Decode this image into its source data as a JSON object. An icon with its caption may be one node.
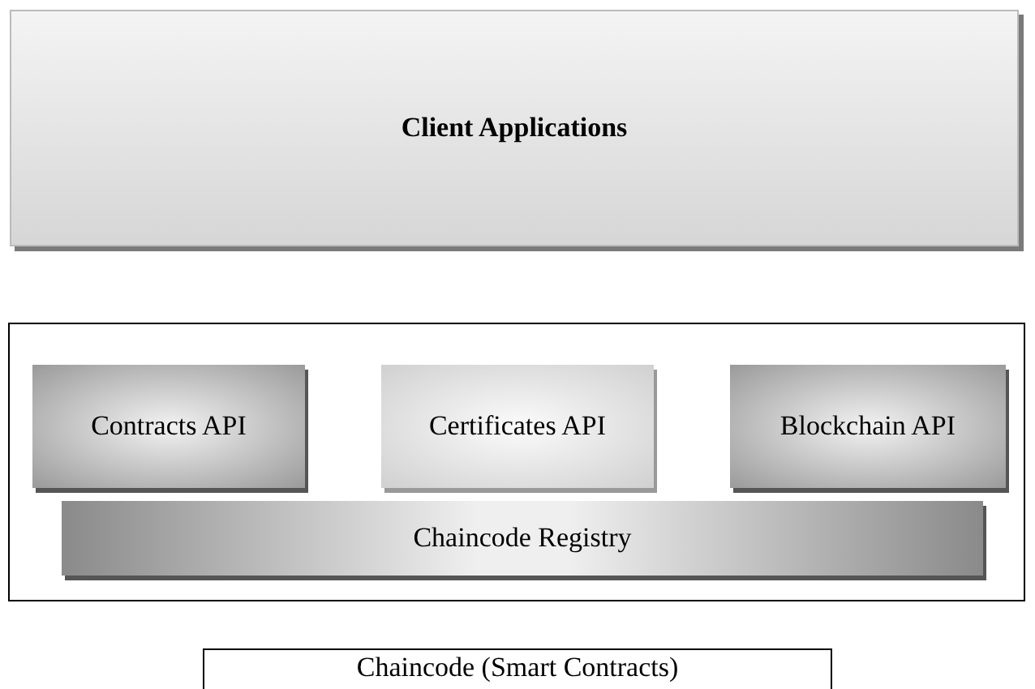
{
  "diagram": {
    "nodes": [
      {
        "text": [
          "Client Applications"
        ]
      },
      {
        "text": [],
        "shape": "box"
      },
      {
        "text": [
          "Contracts API"
        ],
        "in": 1
      },
      {
        "text": [
          "Certificates API"
        ],
        "in": 1
      },
      {
        "text": [
          "Blockchain API"
        ],
        "in": 1
      },
      {
        "text": [
          "Chaincode Registry"
        ],
        "in": 1
      },
      {
        "text": [
          "Chaincode (Smart Contracts)"
        ]
      }
    ]
  }
}
